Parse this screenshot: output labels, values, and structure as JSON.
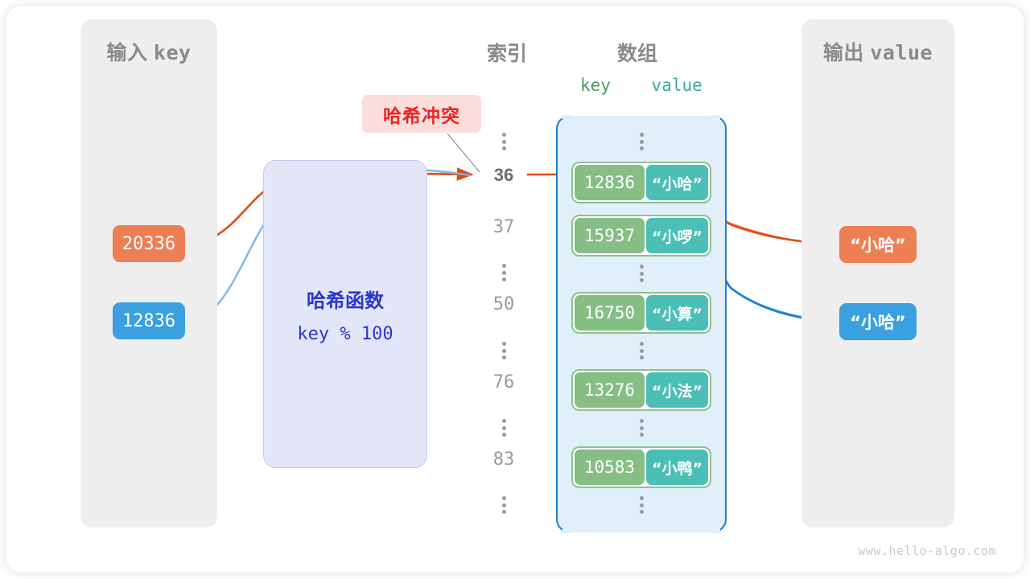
{
  "diagram": {
    "watermark": "www.hello-algo.com",
    "collision_label": "哈希冲突",
    "colors": {
      "orange": "#ee7e54",
      "blue": "#3aa0e0",
      "green": "#86be86",
      "teal": "#4bbfb5",
      "hash_purple": "#2b35cf",
      "array_blue": "#1b7fd4",
      "collision_red": "#ee2222"
    }
  },
  "input_panel": {
    "title_cjk": "输入",
    "title_mono": "key",
    "keys": [
      {
        "value": "20336",
        "color": "orange"
      },
      {
        "value": "12836",
        "color": "blue"
      }
    ]
  },
  "hash_function": {
    "title": "哈希函数",
    "expression": "key % 100"
  },
  "index_column": {
    "caption": "索引",
    "rows": [
      {
        "type": "dots"
      },
      {
        "type": "index",
        "label": "36",
        "active": true
      },
      {
        "type": "index",
        "label": "37",
        "active": false
      },
      {
        "type": "dots"
      },
      {
        "type": "index",
        "label": "50",
        "active": false
      },
      {
        "type": "dots"
      },
      {
        "type": "index",
        "label": "76",
        "active": false
      },
      {
        "type": "dots"
      },
      {
        "type": "index",
        "label": "83",
        "active": false
      },
      {
        "type": "dots"
      }
    ]
  },
  "array_panel": {
    "caption": "数组",
    "key_header": "key",
    "value_header": "value",
    "rows": [
      {
        "type": "dots"
      },
      {
        "type": "entry",
        "key": "12836",
        "value": "“小哈”"
      },
      {
        "type": "entry",
        "key": "15937",
        "value": "“小啰”"
      },
      {
        "type": "dots"
      },
      {
        "type": "entry",
        "key": "16750",
        "value": "“小算”"
      },
      {
        "type": "dots"
      },
      {
        "type": "entry",
        "key": "13276",
        "value": "“小法”"
      },
      {
        "type": "dots"
      },
      {
        "type": "entry",
        "key": "10583",
        "value": "“小鸭”"
      },
      {
        "type": "dots"
      }
    ]
  },
  "output_panel": {
    "title_cjk": "输出",
    "title_mono": "value",
    "values": [
      {
        "value": "“小哈”",
        "color": "orange"
      },
      {
        "value": "“小哈”",
        "color": "blue"
      }
    ]
  }
}
